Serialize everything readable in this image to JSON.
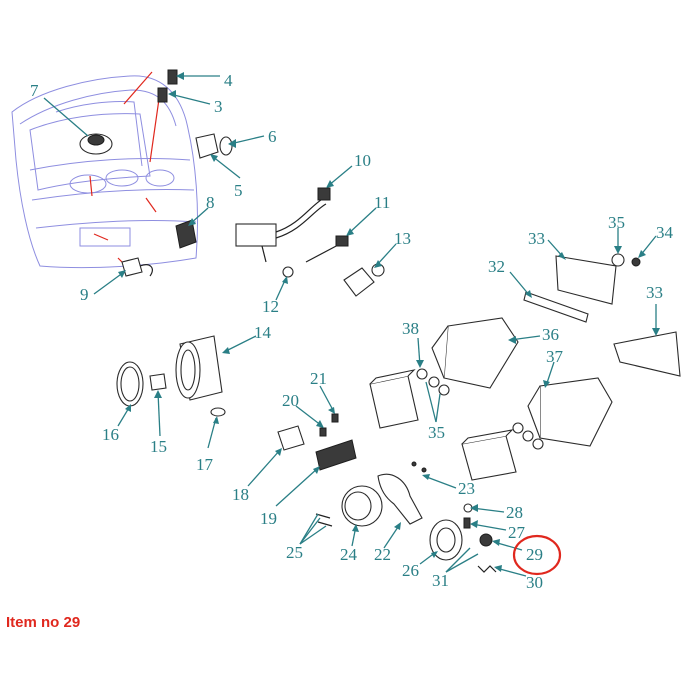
{
  "caption": "Item no 29",
  "highlighted_item": "29",
  "colors": {
    "label": "#2a7f86",
    "highlight": "#e0281e",
    "hood_outline": "#8e8ee0"
  },
  "labels": {
    "n3": "3",
    "n4": "4",
    "n5": "5",
    "n6": "6",
    "n7": "7",
    "n8": "8",
    "n9": "9",
    "n10": "10",
    "n11": "11",
    "n12": "12",
    "n13": "13",
    "n14": "14",
    "n15": "15",
    "n16": "16",
    "n17": "17",
    "n18": "18",
    "n19": "19",
    "n20": "20",
    "n21": "21",
    "n22": "22",
    "n23": "23",
    "n24": "24",
    "n25": "25",
    "n26": "26",
    "n27": "27",
    "n28": "28",
    "n29": "29",
    "n30": "30",
    "n31": "31",
    "n32": "32",
    "n33a": "33",
    "n33b": "33",
    "n34": "34",
    "n35a": "35",
    "n35b": "35",
    "n36": "36",
    "n37": "37",
    "n38": "38"
  }
}
